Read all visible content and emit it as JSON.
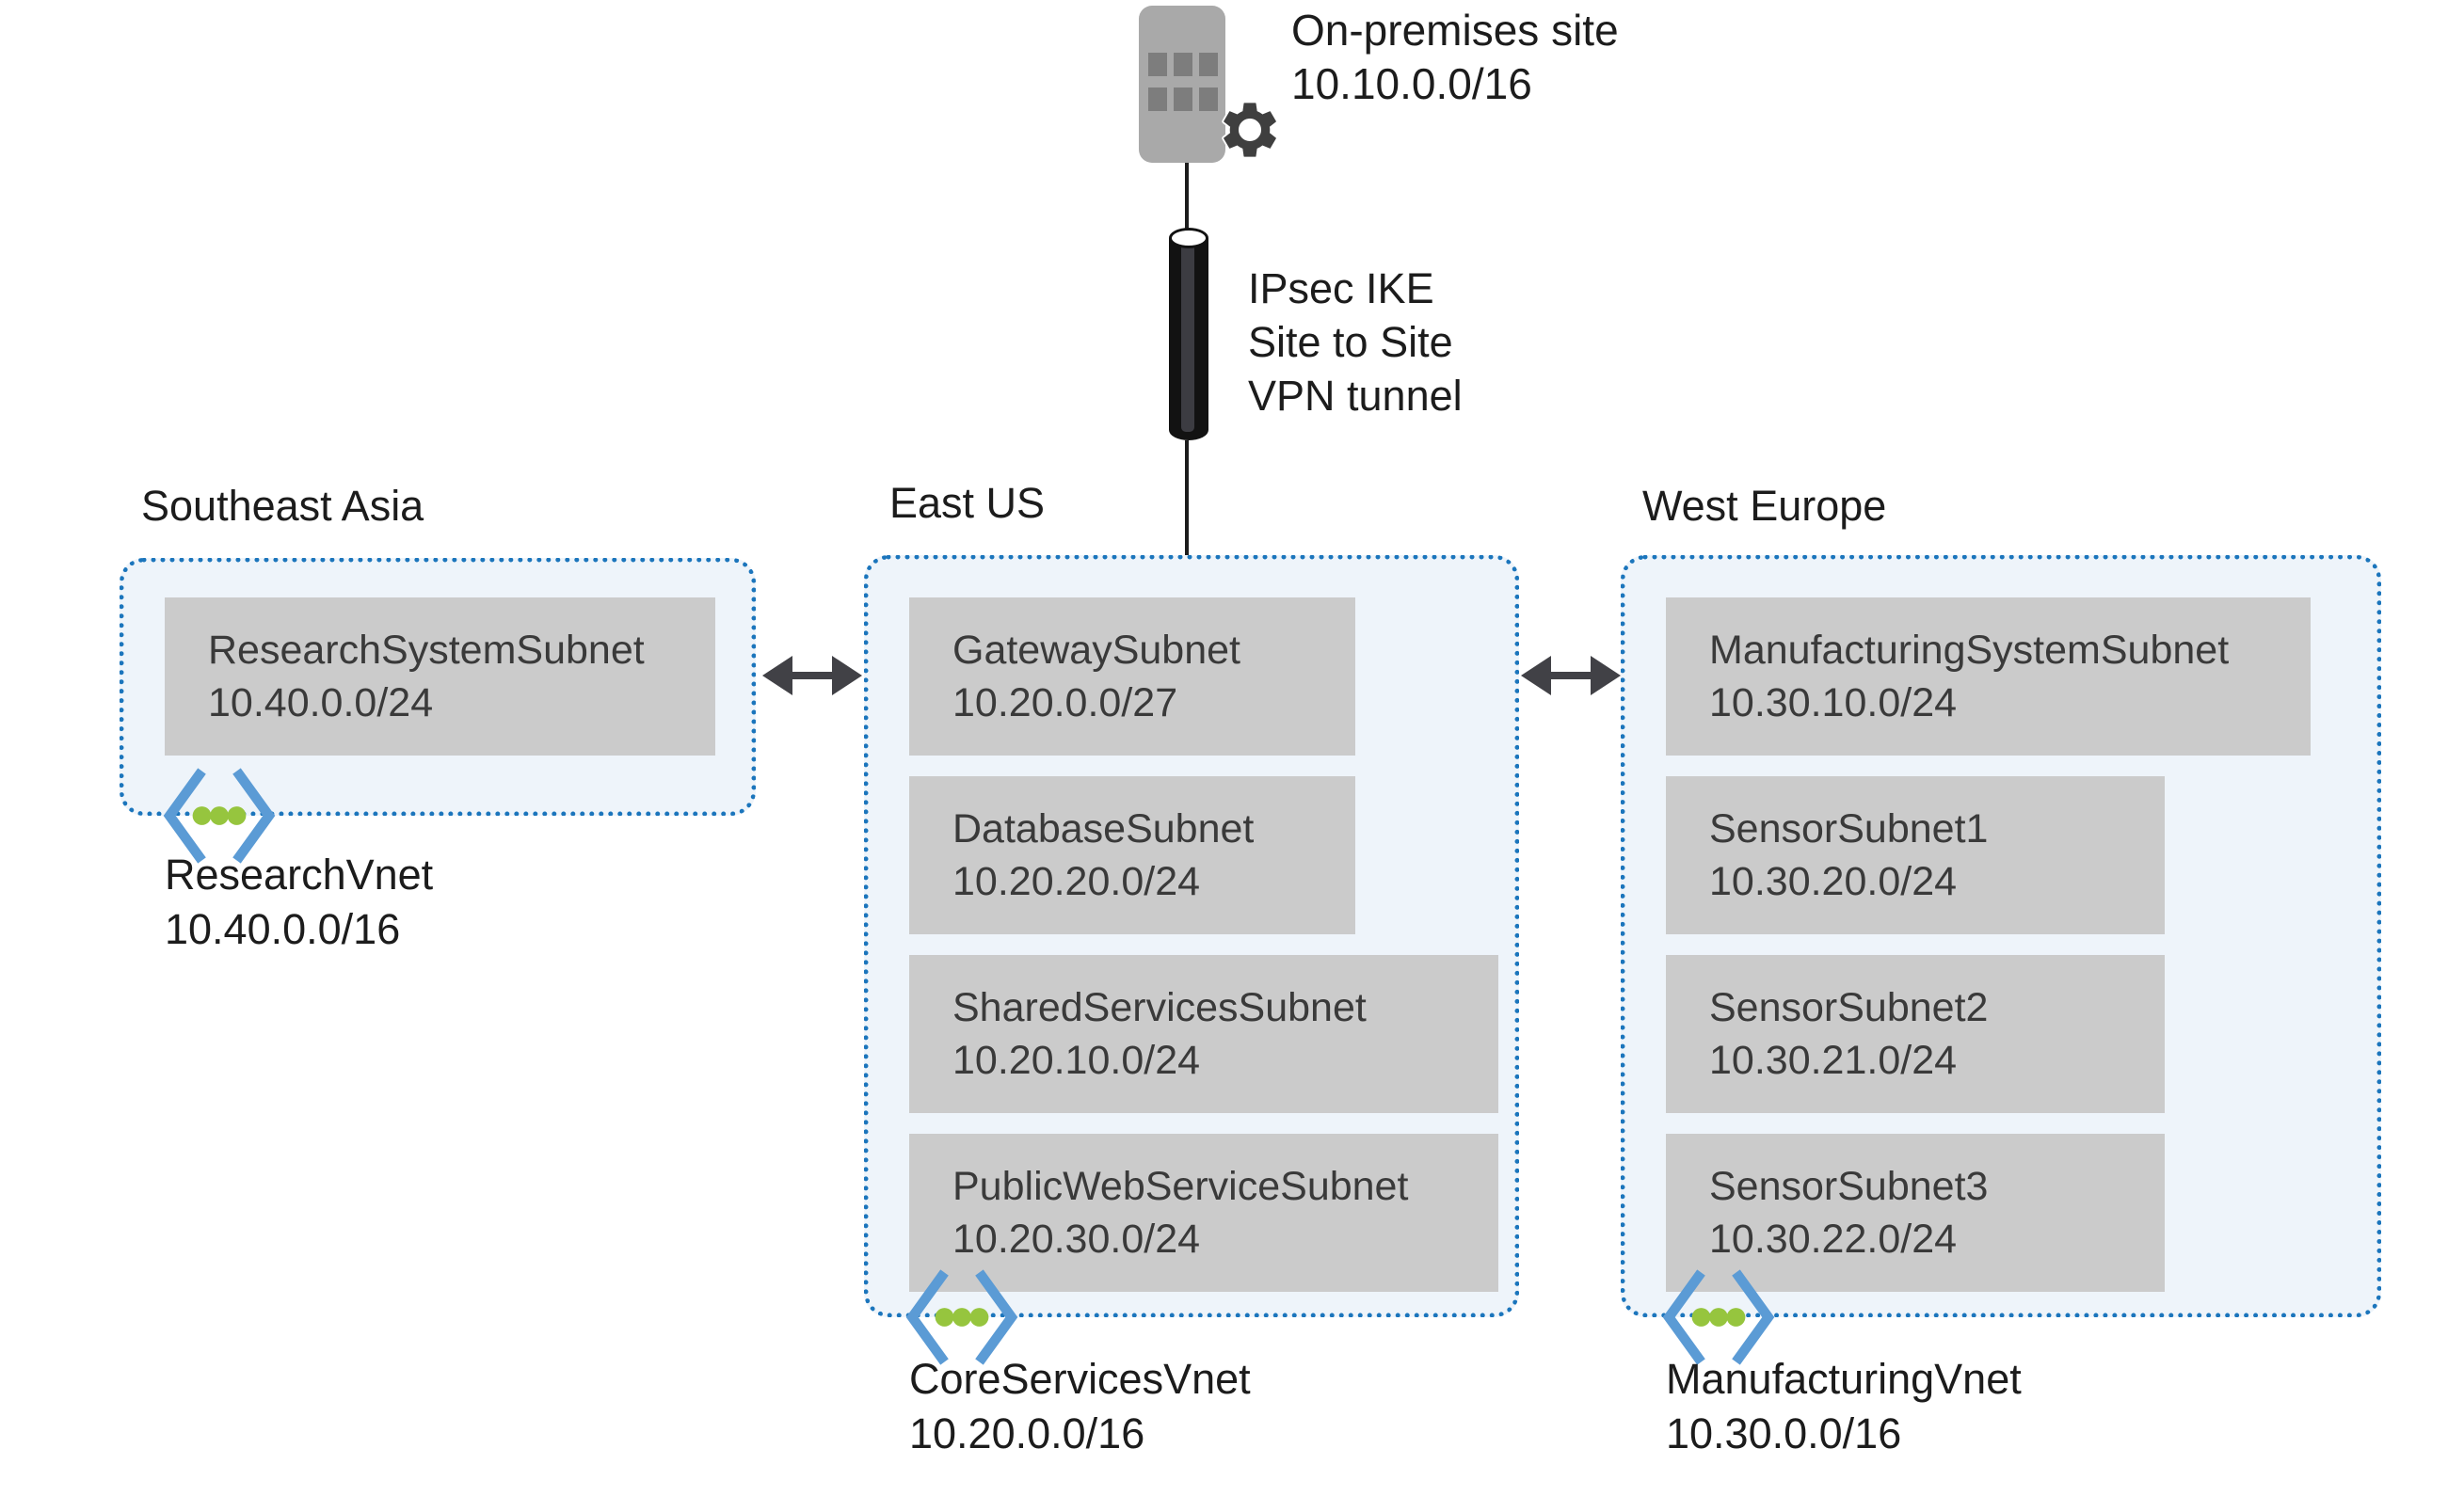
{
  "on_premises": {
    "label": "On-premises site",
    "cidr": "10.10.0.0/16",
    "icon": "building-gear-icon"
  },
  "vpn_tunnel": {
    "line1": "IPsec IKE",
    "line2": "Site to Site",
    "line3": "VPN tunnel",
    "icon": "tunnel-cylinder-icon"
  },
  "regions": [
    {
      "location": "Southeast Asia",
      "vnet_name": "ResearchVnet",
      "vnet_cidr": "10.40.0.0/16",
      "icon": "virtual-network-icon",
      "subnets": [
        {
          "name": "ResearchSystemSubnet",
          "cidr": "10.40.0.0/24"
        }
      ]
    },
    {
      "location": "East US",
      "vnet_name": "CoreServicesVnet",
      "vnet_cidr": "10.20.0.0/16",
      "icon": "virtual-network-icon",
      "subnets": [
        {
          "name": "GatewaySubnet",
          "cidr": "10.20.0.0/27"
        },
        {
          "name": "DatabaseSubnet",
          "cidr": "10.20.20.0/24"
        },
        {
          "name": "SharedServicesSubnet",
          "cidr": "10.20.10.0/24"
        },
        {
          "name": "PublicWebServiceSubnet",
          "cidr": "10.20.30.0/24"
        }
      ]
    },
    {
      "location": "West Europe",
      "vnet_name": "ManufacturingVnet",
      "vnet_cidr": "10.30.0.0/16",
      "icon": "virtual-network-icon",
      "subnets": [
        {
          "name": "ManufacturingSystemSubnet",
          "cidr": "10.30.10.0/24"
        },
        {
          "name": "SensorSubnet1",
          "cidr": "10.30.20.0/24"
        },
        {
          "name": "SensorSubnet2",
          "cidr": "10.30.21.0/24"
        },
        {
          "name": "SensorSubnet3",
          "cidr": "10.30.22.0/24"
        }
      ]
    }
  ],
  "icons": {
    "peering": "double-arrow-icon"
  },
  "colors": {
    "dashed_border": "#1b75bc",
    "region_fill": "#eef4fa",
    "subnet_fill": "#cbcbcb",
    "subnet_text": "#3a3a3a",
    "text": "#1c1c1c",
    "arrow": "#414146",
    "building": "#a9a9a9",
    "building_window": "#7d7d7d",
    "gear": "#3f3f3f",
    "cylinder": "#121212",
    "vnet_icon_bracket": "#5b9bd5",
    "vnet_icon_dot": "#96c53e"
  }
}
